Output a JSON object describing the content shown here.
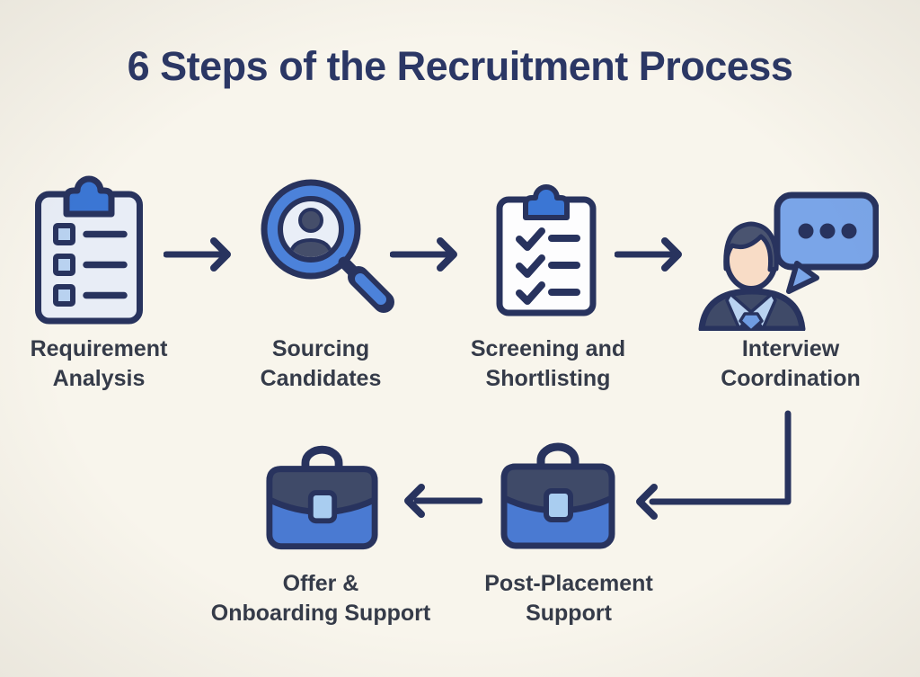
{
  "title": "6 Steps of the Recruitment Process",
  "palette": {
    "background": "#f8f5ec",
    "outline_navy": "#28335e",
    "title_navy": "#2b3765",
    "label_gray": "#353b49",
    "blue_medium": "#3b76d4",
    "blue_bubble": "#7aa5e8",
    "blue_pale": "#b9d2f0",
    "slate_dark": "#3f4a68",
    "skin_peach": "#f8dcc6",
    "paper_light": "#e8edf6",
    "paper_white": "#fdfdfe"
  },
  "steps": [
    {
      "label": "Requirement Analysis",
      "lines": [
        "Requirement",
        "Analysis"
      ],
      "icon": "clipboard-list-icon"
    },
    {
      "label": "Sourcing Candidates",
      "lines": [
        "Sourcing",
        "Candidates"
      ],
      "icon": "magnifier-candidate-icon"
    },
    {
      "label": "Screening and Shortlisting",
      "lines": [
        "Screening and",
        "Shortlisting"
      ],
      "icon": "clipboard-check-icon"
    },
    {
      "label": "Interview Coordination",
      "lines": [
        "Interview",
        "Coordination"
      ],
      "icon": "interviewer-chat-icon"
    },
    {
      "label": "Post-Placement Support",
      "lines": [
        "Post-Placement",
        "Support"
      ],
      "icon": "briefcase-icon"
    },
    {
      "label": "Offer & Onboarding Support",
      "lines": [
        "Offer &",
        "Onboarding Support"
      ],
      "icon": "briefcase-icon"
    }
  ],
  "connectors": [
    {
      "from": "Requirement Analysis",
      "to": "Sourcing Candidates",
      "direction": "right"
    },
    {
      "from": "Sourcing Candidates",
      "to": "Screening and Shortlisting",
      "direction": "right"
    },
    {
      "from": "Screening and Shortlisting",
      "to": "Interview Coordination",
      "direction": "right"
    },
    {
      "from": "Interview Coordination",
      "to": "Post-Placement Support",
      "direction": "down-then-left"
    },
    {
      "from": "Post-Placement Support",
      "to": "Offer & Onboarding Support",
      "direction": "left"
    }
  ]
}
